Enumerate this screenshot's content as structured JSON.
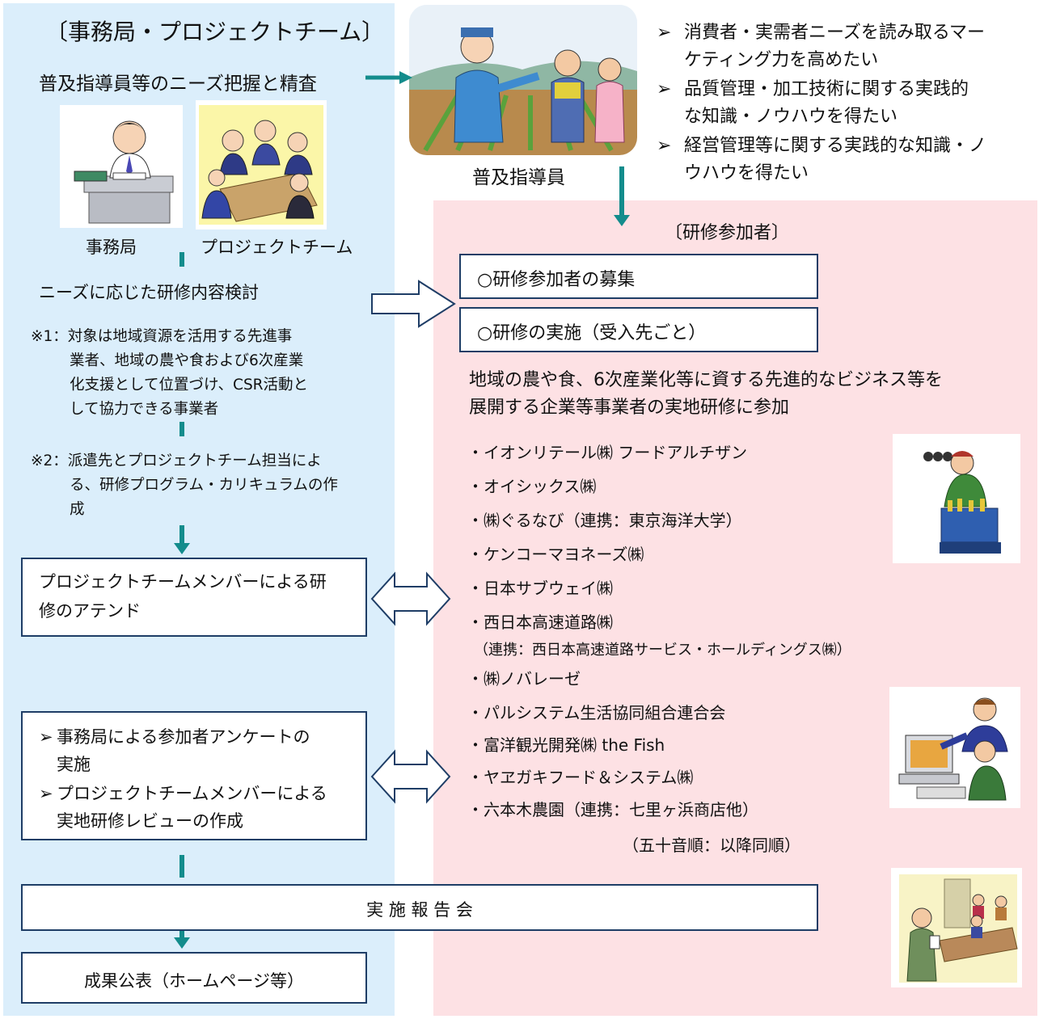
{
  "secretariat": {
    "heading": "〔事務局・プロジェクトチーム〕",
    "needs_line": "普及指導員等のニーズ把握と精査",
    "label_office": "事務局",
    "label_team": "プロジェクトチーム",
    "study_line": "ニーズに応じた研修内容検討",
    "note1_line1": "※1：対象は地域資源を活用する先進事",
    "note1_line2": "業者、地域の農や食および6次産業",
    "note1_line3": "化支援として位置づけ、CSR活動と",
    "note1_line4": "して協力できる事業者",
    "note2_line1": "※2：派遣先とプロジェクトチーム担当によ",
    "note2_line2": "る、研修プログラム・カリキュラムの作",
    "note2_line3": "成",
    "attend_line1": "プロジェクトチームメンバーによる研",
    "attend_line2": "修のアテンド",
    "survey_line1": "事務局による参加者アンケートの",
    "survey_line2": "実施",
    "review_line1": "プロジェクトチームメンバーによる",
    "review_line2": "実地研修レビューの作成",
    "report_meeting": "実 施 報 告 会",
    "publication": "成果公表（ホームページ等）"
  },
  "extension": {
    "label": "普及指導員",
    "needs": [
      {
        "line1": "消費者・実需者ニーズを読み取るマー",
        "line2": "ケティング力を高めたい"
      },
      {
        "line1": "品質管理・加工技術に関する実践的",
        "line2": "な知識・ノウハウを得たい"
      },
      {
        "line1": "経営管理等に関する実践的な知識・ノ",
        "line2": "ウハウを得たい"
      }
    ]
  },
  "participants": {
    "heading": "〔研修参加者〕",
    "recruit": "○研修参加者の募集",
    "implement": "○研修の実施（受入先ごと）",
    "desc_line1": "地域の農や食、6次産業化等に資する先進的なビジネス等を",
    "desc_line2": "展開する企業等事業者の実地研修に参加",
    "companies": [
      "・イオンリテール㈱ フードアルチザン",
      "・オイシックス㈱",
      "・㈱ぐるなび（連携：東京海洋大学）",
      "・ケンコーマヨネーズ㈱",
      "・日本サブウェイ㈱",
      "・西日本高速道路㈱",
      "（連携：西日本高速道路サービス・ホールディングス㈱）",
      "・㈱ノバレーゼ",
      "・パルシステム生活協同組合連合会",
      "・富洋観光開発㈱ the Fish",
      "・ヤヱガキフード＆システム㈱",
      "・六本木農園（連携：七里ヶ浜商店他）"
    ],
    "order_note": "（五十音順：以降同順）"
  },
  "colors": {
    "left_panel": "#dbeefb",
    "right_panel": "#fde1e4",
    "connector": "#138c8c",
    "box_border": "#1e3d66"
  }
}
